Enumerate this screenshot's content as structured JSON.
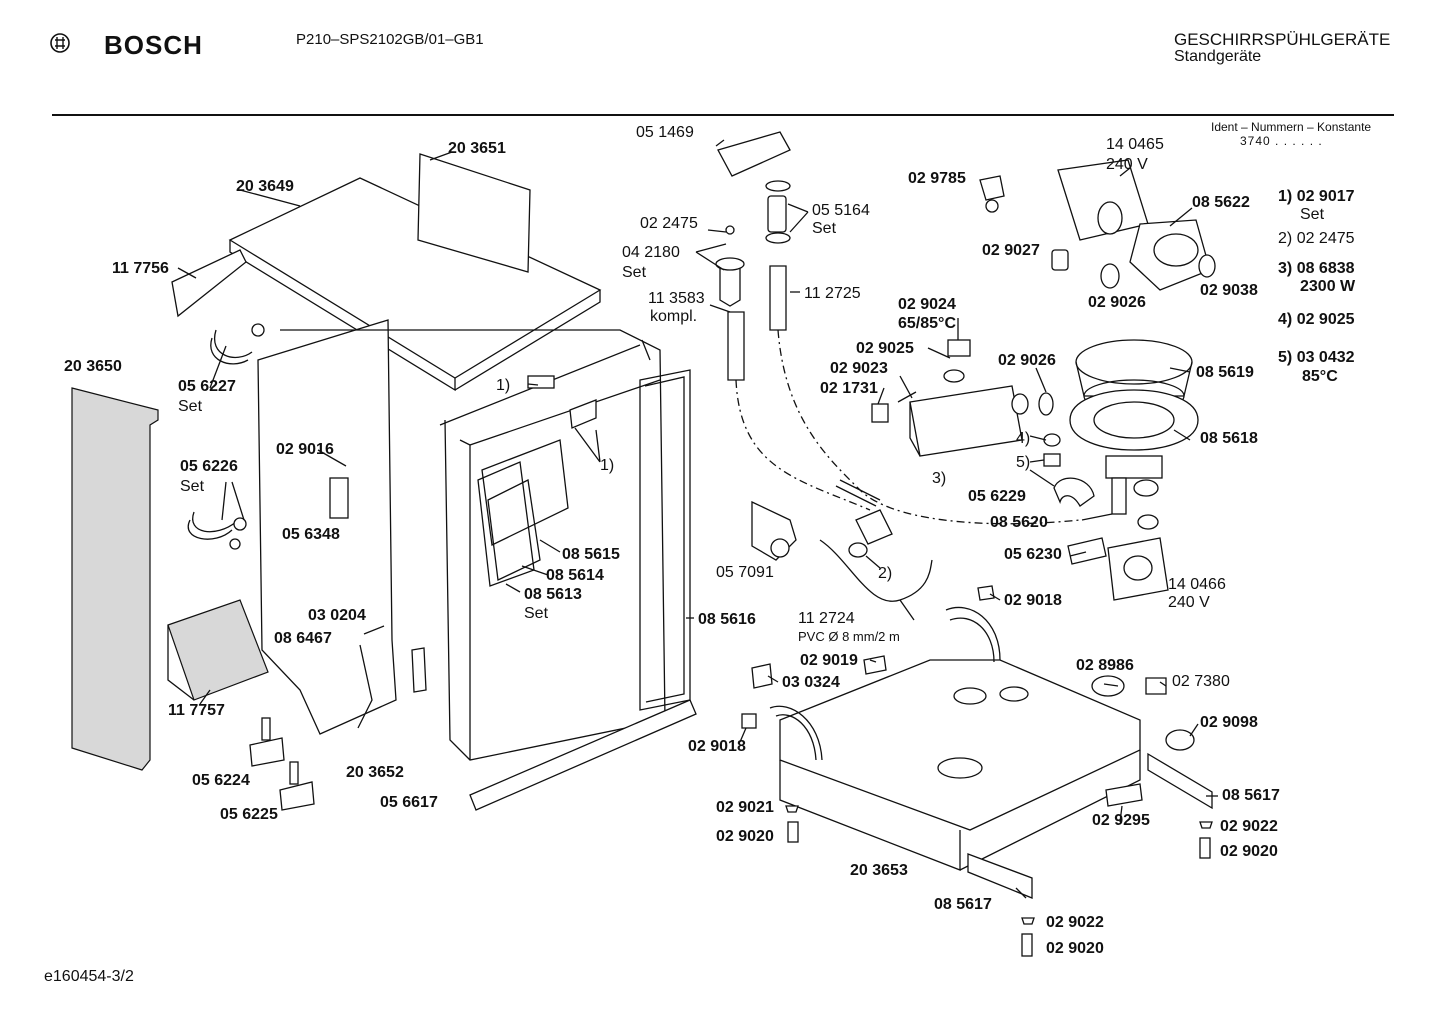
{
  "header": {
    "brand": "BOSCH",
    "model": "P210–SPS2102GB/01–GB1",
    "category": "GESCHIRRSPÜHLGERÄTE",
    "subcategory": "Standgeräte"
  },
  "ident": {
    "label": "Ident – Nummern – Konstante",
    "value": "3740 . . . . . ."
  },
  "footer": {
    "code": "e160454-3/2"
  },
  "legend": [
    {
      "key": "1)",
      "part": "02 9017",
      "note": "Set"
    },
    {
      "key": "2)",
      "part": "02 2475",
      "note": ""
    },
    {
      "key": "3)",
      "part": "08 6838",
      "note": "2300 W"
    },
    {
      "key": "4)",
      "part": "02 9025",
      "note": ""
    },
    {
      "key": "5)",
      "part": "03 0432",
      "note": "85°C"
    }
  ],
  "parts": [
    "20 3651",
    "20 3649",
    "11 7756",
    "20 3650",
    "05 6227",
    "Set",
    "05 6226",
    "Set",
    "02 9016",
    "05 6348",
    "03 0204",
    "08 6467",
    "11 7757",
    "05 6224",
    "05 6225",
    "20 3652",
    "05 6617",
    "1)",
    "1)",
    "08 5615",
    "08 5614",
    "08 5613",
    "Set",
    "08 5616",
    "05 1469",
    "05 5164",
    "Set",
    "02 2475",
    "04 2180",
    "Set",
    "11 3583",
    "kompl.",
    "11 2725",
    "14 0465",
    "240 V",
    "02 9785",
    "08 5622",
    "02 9027",
    "02 9026",
    "02 9038",
    "02 9024",
    "65/85°C",
    "02 9025",
    "02 9023",
    "02 1731",
    "02 9026",
    "3)",
    "4)",
    "5)",
    "08 5619",
    "08 5618",
    "05 6229",
    "08 5620",
    "05 6230",
    "14 0466",
    "240 V",
    "05 7091",
    "2)",
    "11 2724",
    "PVC  Ø 8 mm/2 m",
    "02 9018",
    "02 9019",
    "03 0324",
    "02 9018",
    "02 8986",
    "02 7380",
    "02 9098",
    "08 5617",
    "02 9295",
    "02 9022",
    "02 9020",
    "02 9021",
    "02 9020",
    "20 3653",
    "08 5617",
    "02 9022",
    "02 9020"
  ]
}
